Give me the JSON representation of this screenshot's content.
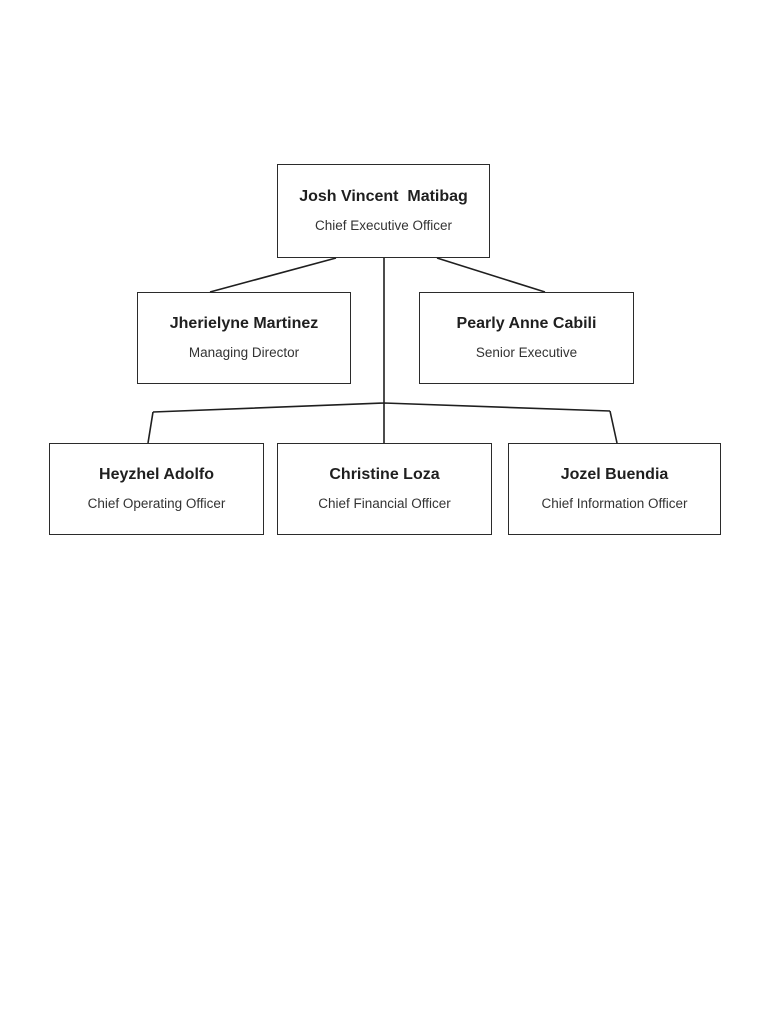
{
  "page": {
    "background_color": "#ffffff"
  },
  "org": {
    "colors": {
      "box_fill": "#ffffff",
      "box_border": "#2b2b2b",
      "line": "#1f1f1f",
      "name_text": "#1f1f1f",
      "title_text": "#333333"
    },
    "nodes": [
      {
        "id": "ceo",
        "level": 1,
        "reports_to": null,
        "name": "Josh Vincent  Matibag",
        "title": "Chief Executive Officer"
      },
      {
        "id": "md",
        "level": 2,
        "reports_to": "ceo",
        "name": "Jherielyne Martinez",
        "title": "Managing Director"
      },
      {
        "id": "se",
        "level": 2,
        "reports_to": "ceo",
        "name": "Pearly Anne Cabili",
        "title": "Senior Executive"
      },
      {
        "id": "coo",
        "level": 3,
        "reports_to": "ceo",
        "name": "Heyzhel Adolfo",
        "title": "Chief Operating Officer"
      },
      {
        "id": "cfo",
        "level": 3,
        "reports_to": "ceo",
        "name": "Christine Loza",
        "title": "Chief Financial Officer"
      },
      {
        "id": "cio",
        "level": 3,
        "reports_to": "ceo",
        "name": "Jozel Buendia",
        "title": "Chief Information Officer"
      }
    ]
  }
}
